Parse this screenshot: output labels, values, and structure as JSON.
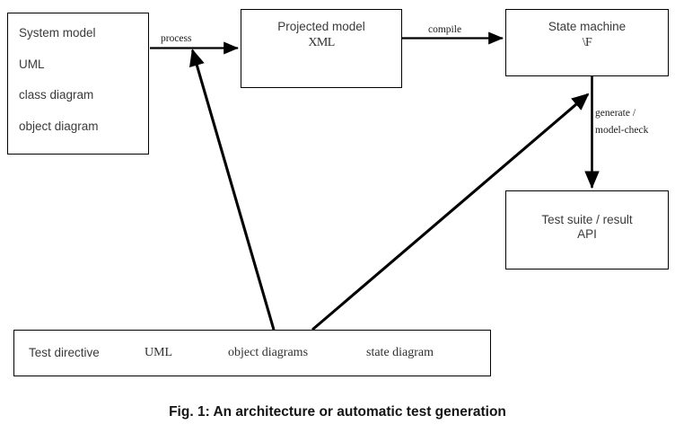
{
  "figure": {
    "caption": "Fig. 1: An architecture or automatic test generation",
    "background_color": "#ffffff",
    "line_color": "#000000",
    "text_color": "#3a3a3a"
  },
  "nodes": {
    "system_model": {
      "title": "System model",
      "lines": [
        "System model",
        "UML",
        "class diagram",
        "object diagram"
      ]
    },
    "projected_model": {
      "title": "Projected model",
      "subtitle": "XML"
    },
    "state_machine": {
      "title": "State machine",
      "subtitle": "\\F"
    },
    "test_suite": {
      "title": "Test suite / result",
      "subtitle": "API"
    }
  },
  "edges": {
    "process": "process",
    "compile": "compile",
    "generate": "generate /",
    "model_check": "model-check"
  },
  "bottom_bar": {
    "cells": [
      {
        "label": "Test directive",
        "style": "sans"
      },
      {
        "label": "UML",
        "style": "serif"
      },
      {
        "label": "object diagrams",
        "style": "serif"
      },
      {
        "label": "state diagram",
        "style": "serif"
      }
    ]
  }
}
